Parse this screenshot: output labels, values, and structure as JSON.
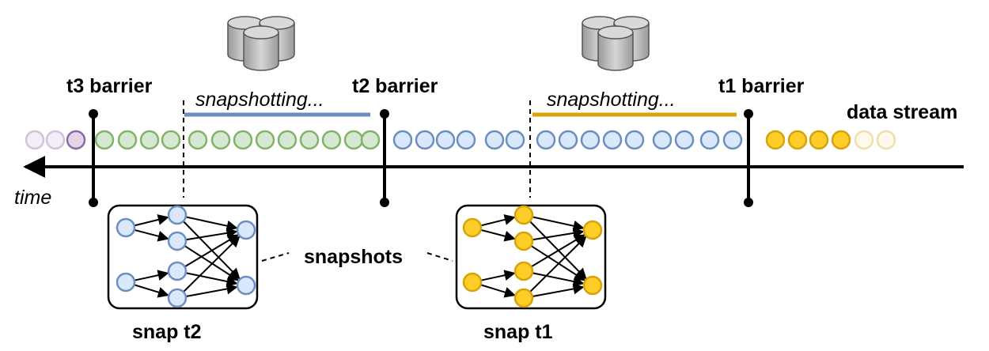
{
  "labels": {
    "t3_barrier": "t3 barrier",
    "t2_barrier": "t2 barrier",
    "t1_barrier": "t1 barrier",
    "snapshotting_1": "snapshotting...",
    "snapshotting_2": "snapshotting...",
    "data_stream": "data stream",
    "time": "time",
    "snapshots": "snapshots",
    "snap_t2": "snap t2",
    "snap_t1": "snap t1"
  },
  "colors": {
    "purple": "#8e6aa5",
    "green": "#82b366",
    "blue": "#6c8ebf",
    "gold": "#d6a30b",
    "blue_fill": "#dae8fc",
    "green_fill": "#d5e8d4",
    "purple_fill": "#e1d5e7",
    "gold_fill": "#ffcd28",
    "gold_pale": "#fff2cc",
    "db_gray": "#b0b0b0"
  },
  "icons": [
    "database-icon",
    "database-icon"
  ]
}
